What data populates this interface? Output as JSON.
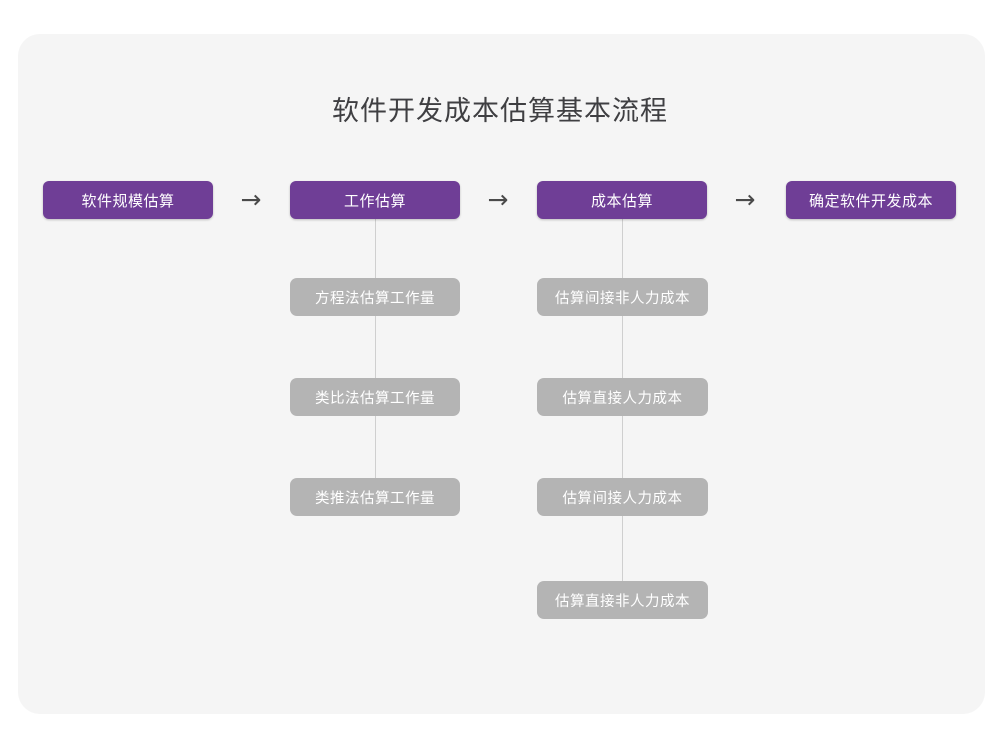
{
  "diagram": {
    "title": "软件开发成本估算基本流程",
    "colors": {
      "background": "#ffffff",
      "card": "#f5f5f5",
      "primary_node": "#6f3e96",
      "secondary_node": "#b4b4b4",
      "node_text": "#ffffff",
      "title_text": "#3f3f42",
      "connector": "#cfcfcf",
      "arrow": "#4a4a4a"
    },
    "arrow_glyph": "→",
    "main_flow": [
      {
        "id": "step1",
        "label": "软件规模估算"
      },
      {
        "id": "step2",
        "label": "工作估算"
      },
      {
        "id": "step3",
        "label": "成本估算"
      },
      {
        "id": "step4",
        "label": "确定软件开发成本"
      }
    ],
    "arrows": [
      {
        "id": "arrow1",
        "glyph": "→"
      },
      {
        "id": "arrow2",
        "glyph": "→"
      },
      {
        "id": "arrow3",
        "glyph": "→"
      }
    ],
    "branches": [
      {
        "parent": "step2",
        "items": [
          {
            "label": "方程法估算工作量"
          },
          {
            "label": "类比法估算工作量"
          },
          {
            "label": "类推法估算工作量"
          }
        ]
      },
      {
        "parent": "step3",
        "items": [
          {
            "label": "估算间接非人力成本"
          },
          {
            "label": "估算直接人力成本"
          },
          {
            "label": "估算间接人力成本"
          },
          {
            "label": "估算直接非人力成本"
          }
        ]
      }
    ]
  },
  "chart_data": {
    "type": "diagram",
    "title": "软件开发成本估算基本流程",
    "nodes": [
      {
        "id": "step1",
        "label": "软件规模估算",
        "level": 1,
        "column": 1
      },
      {
        "id": "step2",
        "label": "工作估算",
        "level": 1,
        "column": 2
      },
      {
        "id": "step3",
        "label": "成本估算",
        "level": 1,
        "column": 3
      },
      {
        "id": "step4",
        "label": "确定软件开发成本",
        "level": 1,
        "column": 4
      },
      {
        "id": "step2-sub1",
        "label": "方程法估算工作量",
        "level": 2,
        "column": 2
      },
      {
        "id": "step2-sub2",
        "label": "类比法估算工作量",
        "level": 2,
        "column": 2
      },
      {
        "id": "step2-sub3",
        "label": "类推法估算工作量",
        "level": 2,
        "column": 2
      },
      {
        "id": "step3-sub1",
        "label": "估算间接非人力成本",
        "level": 2,
        "column": 3
      },
      {
        "id": "step3-sub2",
        "label": "估算直接人力成本",
        "level": 2,
        "column": 3
      },
      {
        "id": "step3-sub3",
        "label": "估算间接人力成本",
        "level": 2,
        "column": 3
      },
      {
        "id": "step3-sub4",
        "label": "估算直接非人力成本",
        "level": 2,
        "column": 3
      }
    ],
    "edges": [
      {
        "from": "step1",
        "to": "step2",
        "style": "arrow"
      },
      {
        "from": "step2",
        "to": "step3",
        "style": "arrow"
      },
      {
        "from": "step3",
        "to": "step4",
        "style": "arrow"
      },
      {
        "from": "step2",
        "to": "step2-sub1",
        "style": "line"
      },
      {
        "from": "step2-sub1",
        "to": "step2-sub2",
        "style": "line"
      },
      {
        "from": "step2-sub2",
        "to": "step2-sub3",
        "style": "line"
      },
      {
        "from": "step3",
        "to": "step3-sub1",
        "style": "line"
      },
      {
        "from": "step3-sub1",
        "to": "step3-sub2",
        "style": "line"
      },
      {
        "from": "step3-sub2",
        "to": "step3-sub3",
        "style": "line"
      },
      {
        "from": "step3-sub3",
        "to": "step3-sub4",
        "style": "line"
      }
    ]
  }
}
